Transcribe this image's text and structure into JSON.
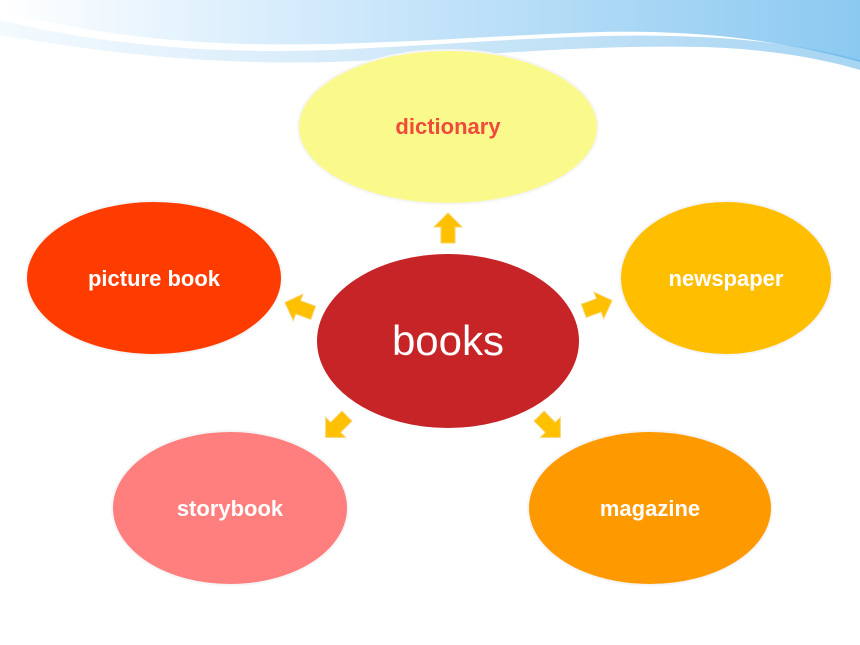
{
  "diagram": {
    "center": {
      "label": "books",
      "fill": "#c62427",
      "text_color": "#ffffff"
    },
    "nodes": [
      {
        "id": "dictionary",
        "label": "dictionary",
        "fill": "#fafa8c",
        "text_color": "#ef4a3c"
      },
      {
        "id": "newspaper",
        "label": "newspaper",
        "fill": "#ffbe00",
        "text_color": "#ffffff"
      },
      {
        "id": "magazine",
        "label": "magazine",
        "fill": "#ff9900",
        "text_color": "#ffffff"
      },
      {
        "id": "storybook",
        "label": "storybook",
        "fill": "#ff7f7f",
        "text_color": "#ffffff"
      },
      {
        "id": "picture-book",
        "label": "picture book",
        "fill": "#ff3c00",
        "text_color": "#ffffff"
      }
    ],
    "arrow_color": "#ffc000",
    "header_wave_color": "#9fd2f5"
  }
}
